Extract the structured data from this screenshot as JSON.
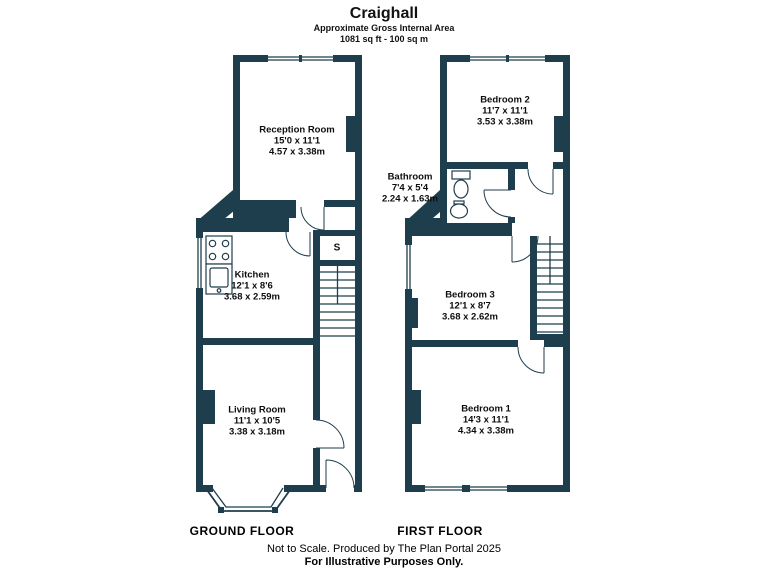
{
  "title": {
    "property_name": "Craighall",
    "subtitle": "Approximate Gross Internal Area",
    "area": "1081 sq ft - 100 sq m"
  },
  "colors": {
    "wall": "#1f3e4d",
    "label_text": "#0d0d0d"
  },
  "ground_floor": {
    "label": "GROUND FLOOR",
    "storage_label": "S",
    "rooms": [
      {
        "name": "Reception Room",
        "imperial": "15'0 x 11'1",
        "metric": "4.57 x 3.38m"
      },
      {
        "name": "Kitchen",
        "imperial": "12'1 x 8'6",
        "metric": "3.68 x 2.59m"
      },
      {
        "name": "Living Room",
        "imperial": "11'1 x 10'5",
        "metric": "3.38 x 3.18m"
      }
    ]
  },
  "first_floor": {
    "label": "FIRST FLOOR",
    "rooms": [
      {
        "name": "Bedroom 2",
        "imperial": "11'7 x 11'1",
        "metric": "3.53 x 3.38m"
      },
      {
        "name": "Bathroom",
        "imperial": "7'4 x 5'4",
        "metric": "2.24 x 1.63m"
      },
      {
        "name": "Bedroom 3",
        "imperial": "12'1 x 8'7",
        "metric": "3.68 x 2.62m"
      },
      {
        "name": "Bedroom 1",
        "imperial": "14'3 x 11'1",
        "metric": "4.34 x 3.38m"
      }
    ]
  },
  "footer": {
    "line1": "Not to Scale. Produced by The Plan Portal 2025",
    "line2": "For Illustrative Purposes Only."
  }
}
